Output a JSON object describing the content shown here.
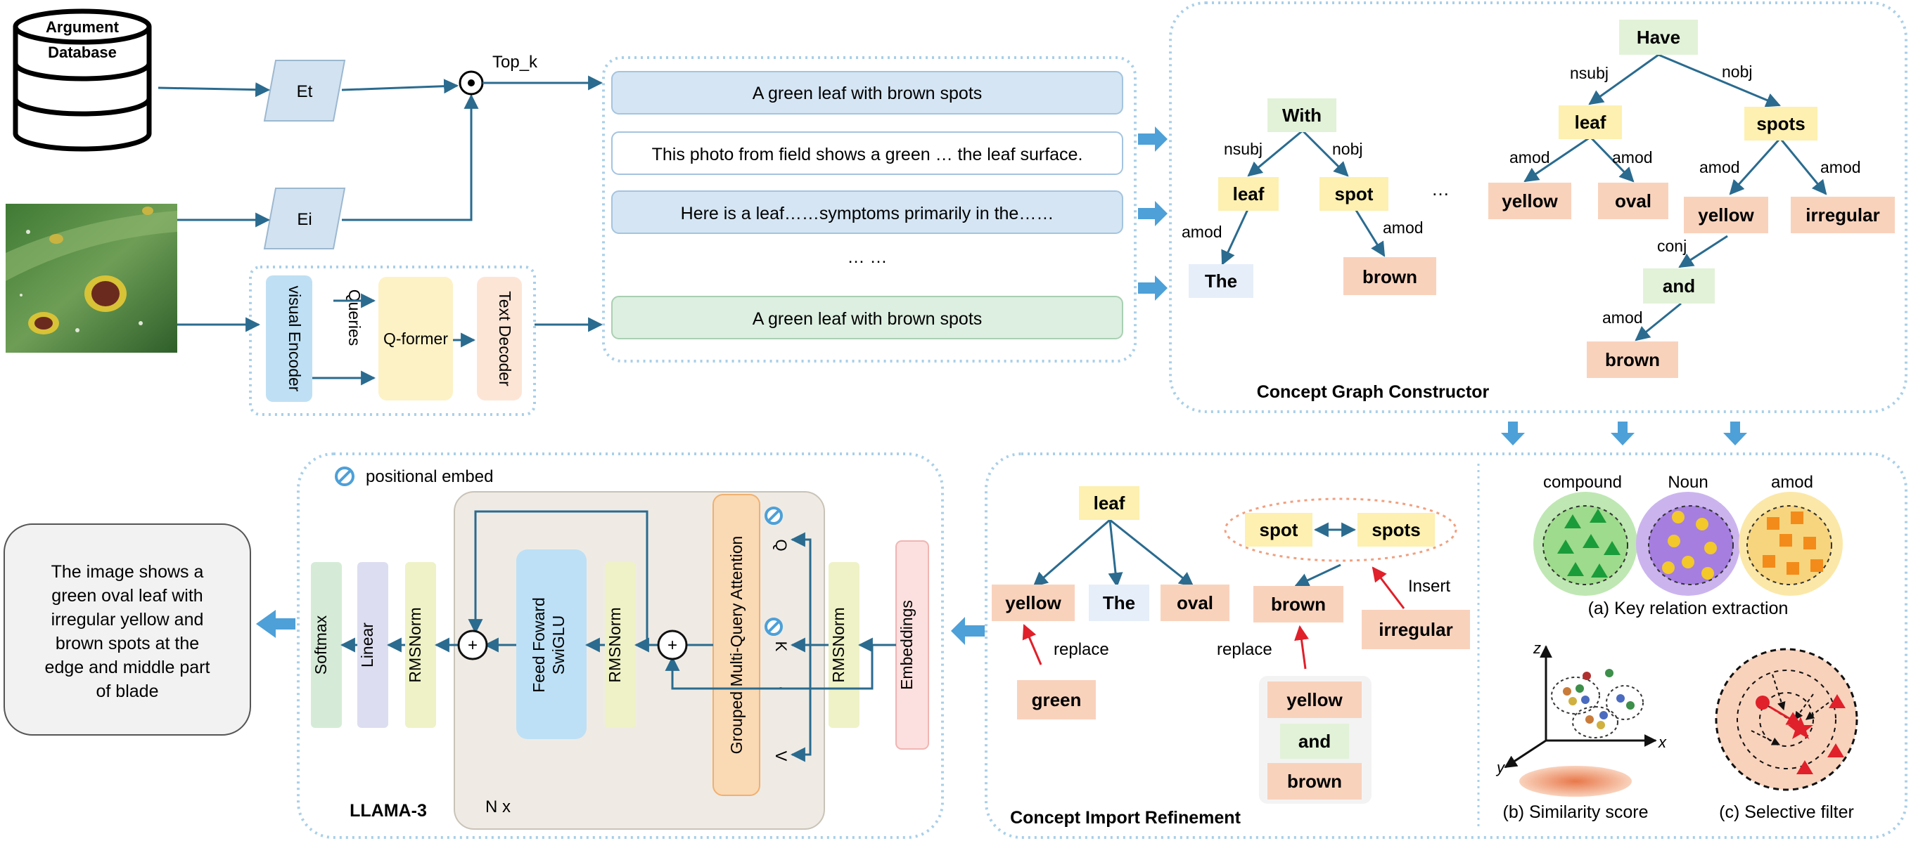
{
  "database": {
    "label_line1": "Argument",
    "label_line2": "Database"
  },
  "encoders": {
    "text_encoder": "Et",
    "image_encoder": "Ei"
  },
  "topk": {
    "label": "Top_k"
  },
  "captioner": {
    "visual_encoder": "visual Encoder",
    "queries": "Queries",
    "qformer": "Q-former",
    "text_decoder": "Text Decoder"
  },
  "retrieved": {
    "items": [
      "A green leaf with brown spots",
      "This photo from field shows a green … the leaf surface.",
      "Here is a leaf……symptoms primarily in the……"
    ],
    "ellipsis": "… …",
    "generated": "A green leaf with brown spots"
  },
  "concept_graph": {
    "title": "Concept Graph Constructor",
    "ellipsis": "…",
    "tree1": {
      "root": "With",
      "left": "leaf",
      "right": "spot",
      "leftchild": "The",
      "rightchild": "brown",
      "edge_nsubj": "nsubj",
      "edge_nobj": "nobj",
      "edge_amod_left": "amod",
      "edge_amod_right": "amod"
    },
    "tree2": {
      "root": "Have",
      "leaf": "leaf",
      "spots": "spots",
      "yellow1": "yellow",
      "oval": "oval",
      "yellow2": "yellow",
      "irregular": "irregular",
      "and": "and",
      "brown": "brown",
      "edge_nsubj": "nsubj",
      "edge_nobj": "nobj",
      "edge_amod1": "amod",
      "edge_amod2": "amod",
      "edge_amod3": "amod",
      "edge_amod4": "amod",
      "edge_conj": "conj",
      "edge_amod5": "amod"
    }
  },
  "llama": {
    "positional": "positional embed",
    "softmax": "Softmax",
    "linear": "Linear",
    "rmsnorm_out": "RMSNorm",
    "ffn_line1": "Feed Foward",
    "ffn_line2": "SwiGLU",
    "rmsnorm_mid": "RMSNorm",
    "gqa": "Grouped Multi-Query Attention",
    "q": "Q",
    "k": "K",
    "v": "V",
    "rmsnorm_in": "RMSNorm",
    "embeddings": "Embeddings",
    "nx": "N x",
    "title": "LLAMA-3",
    "plus": "+"
  },
  "output_text": [
    "The image shows a",
    "green oval leaf with",
    "irregular yellow and",
    "brown spots at the",
    "edge and middle part",
    "of blade"
  ],
  "refinement": {
    "title": "Concept Import Refinement",
    "leaf": "leaf",
    "yellow": "yellow",
    "the": "The",
    "oval": "oval",
    "spot": "spot",
    "spots": "spots",
    "brown": "brown",
    "irregular": "irregular",
    "replace1": "replace",
    "replace2": "replace",
    "insert": "Insert",
    "green": "green",
    "yellow2": "yellow",
    "and": "and",
    "brown2": "brown"
  },
  "relations": {
    "compound": "compound",
    "noun": "Noun",
    "amod": "amod",
    "caption_a": "(a) Key relation extraction",
    "caption_b": "(b) Similarity score",
    "caption_c": "(c) Selective filter",
    "axis_x": "x",
    "axis_y": "y",
    "axis_z": "z"
  },
  "colors": {
    "arrow": "#2a6b8f",
    "blue_arrow": "#4da0d8",
    "dotted_border": "#a9cfe8",
    "yellow_node": "#fdf0b0",
    "green_node": "#e2f2d8",
    "orange_node": "#f9d2bc",
    "blue_node": "#e6eef9"
  }
}
